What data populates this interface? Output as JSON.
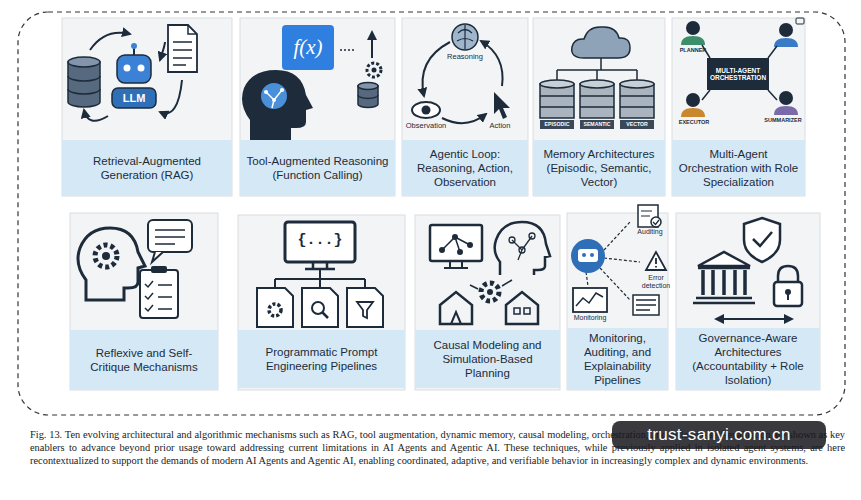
{
  "diagram": {
    "caption": "Fig. 13. Ten evolving architectural and algorithmic mechanisms such as RAG, tool augmentation, dynamic memory, causal modeling, orchestration, and reflexive self-evaluation are shown as key enablers to advance beyond prior usage toward addressing current limitations in AI Agents and Agentic AI. These techniques, while previously applied in isolated agent systems, are here recontextualized to support the demands of modern AI Agents and Agentic AI, enabling coordinated, adaptive, and verifiable behavior in increasingly complex and dynamic environments.",
    "nodes": [
      {
        "text": [
          "Retrieval-Augmented Generation (RAG)"
        ]
      },
      {
        "text": [
          "Tool-Augmented Reasoning (Function Calling)"
        ]
      },
      {
        "text": [
          "Agentic Loop: Reasoning, Action, Observation"
        ]
      },
      {
        "text": [
          "Memory Architectures (Episodic, Semantic, Vector)"
        ]
      },
      {
        "text": [
          "Multi-Agent Orchestration with Role Specialization"
        ]
      },
      {
        "text": [
          "Reflexive and Self-Critique Mechanisms"
        ]
      },
      {
        "text": [
          "Programmatic Prompt Engineering Pipelines"
        ]
      },
      {
        "text": [
          "Causal Modeling and Simulation-Based Planning"
        ]
      },
      {
        "text": [
          "Monitoring, Auditing, and Explainability Pipelines"
        ]
      },
      {
        "text": [
          "Governance-Aware Architectures (Accountability + Role Isolation)"
        ]
      }
    ],
    "labels": [
      "LLM",
      "f(x)",
      "Reasoning",
      "Observation",
      "Action",
      "EPISODIC",
      "SEMANTIC",
      "VECTOR",
      "PLANNER",
      "MULTI-AGENT ORCHESTRATION",
      "EXECUTOR",
      "SUMMARIZER",
      "{...}",
      "Auditing",
      "Error detection",
      "Monitoring",
      "trust-sanyi.com.cn"
    ]
  }
}
